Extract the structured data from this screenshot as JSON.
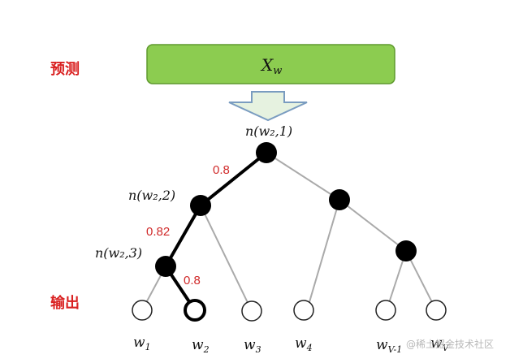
{
  "labels": {
    "predict": "预测",
    "output": "输出"
  },
  "input_box": {
    "symbol": "X",
    "subscript": "w",
    "fill": "#8ccc50",
    "stroke": "#5f9a2e"
  },
  "nodes": {
    "root": "n(w₂,1)",
    "level2": "n(w₂,2)",
    "level3": "n(w₂,3)"
  },
  "edge_weights": [
    "0.8",
    "0.82",
    "0.8"
  ],
  "leaves": [
    {
      "base": "w",
      "sub": "1"
    },
    {
      "base": "w",
      "sub": "2"
    },
    {
      "base": "w",
      "sub": "3"
    },
    {
      "base": "w",
      "sub": "4"
    },
    {
      "base": "w",
      "sub": "V-1"
    },
    {
      "base": "w",
      "sub": "V"
    }
  ],
  "watermark": "@稀土掘金技术社区",
  "colors": {
    "path": "#000000",
    "edge": "#aaaaaa",
    "label_red": "#d92020",
    "arrow_fill": "#e6f2e0",
    "arrow_stroke": "#7a9cc0"
  }
}
